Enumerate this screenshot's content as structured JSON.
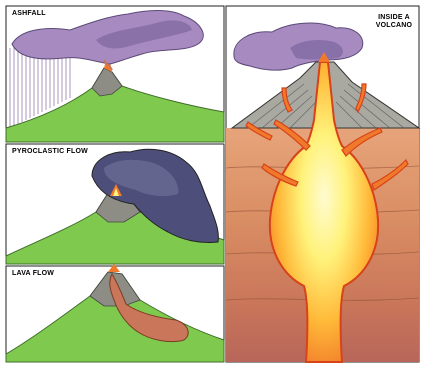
{
  "panels": {
    "ashfall": {
      "label": "ASHFALL"
    },
    "pyroclastic": {
      "label": "PYROCLASTIC FLOW"
    },
    "lava": {
      "label": "LAVA FLOW"
    },
    "inside": {
      "label_line1": "INSIDE A",
      "label_line2": "VOLCANO"
    }
  },
  "colors": {
    "ground_green": "#7fc94f",
    "ash_purple": "#a78ac0",
    "ash_dark": "#4d4f7a",
    "lava_orange": "#f07a2a",
    "magma_yellow": "#fff27a",
    "rock_layer": "#d98d63"
  }
}
